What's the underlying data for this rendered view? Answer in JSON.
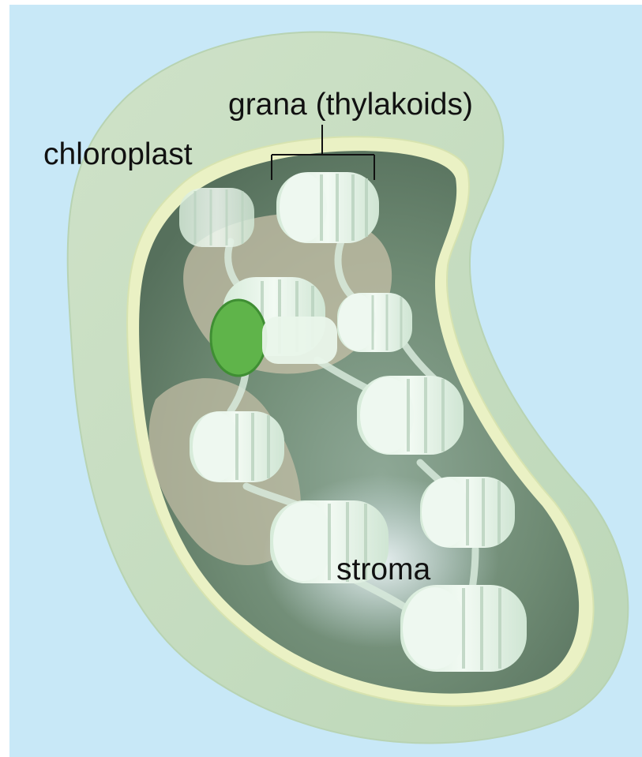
{
  "labels": {
    "chloroplast": "chloroplast",
    "grana": "grana (thylakoids)",
    "stroma": "stroma"
  },
  "colors": {
    "background": "#c8e8f7",
    "outer_membrane": "#cfe3c6",
    "inner_membrane": "#eaf1c4",
    "stroma": "#6f8a73",
    "granum": "#e6f3e8",
    "granum_cut": "#5fb44a",
    "starch_body": "#c7c0a8"
  },
  "icons": [
    "chloroplast-illustration",
    "granum-stack",
    "label-bracket"
  ]
}
